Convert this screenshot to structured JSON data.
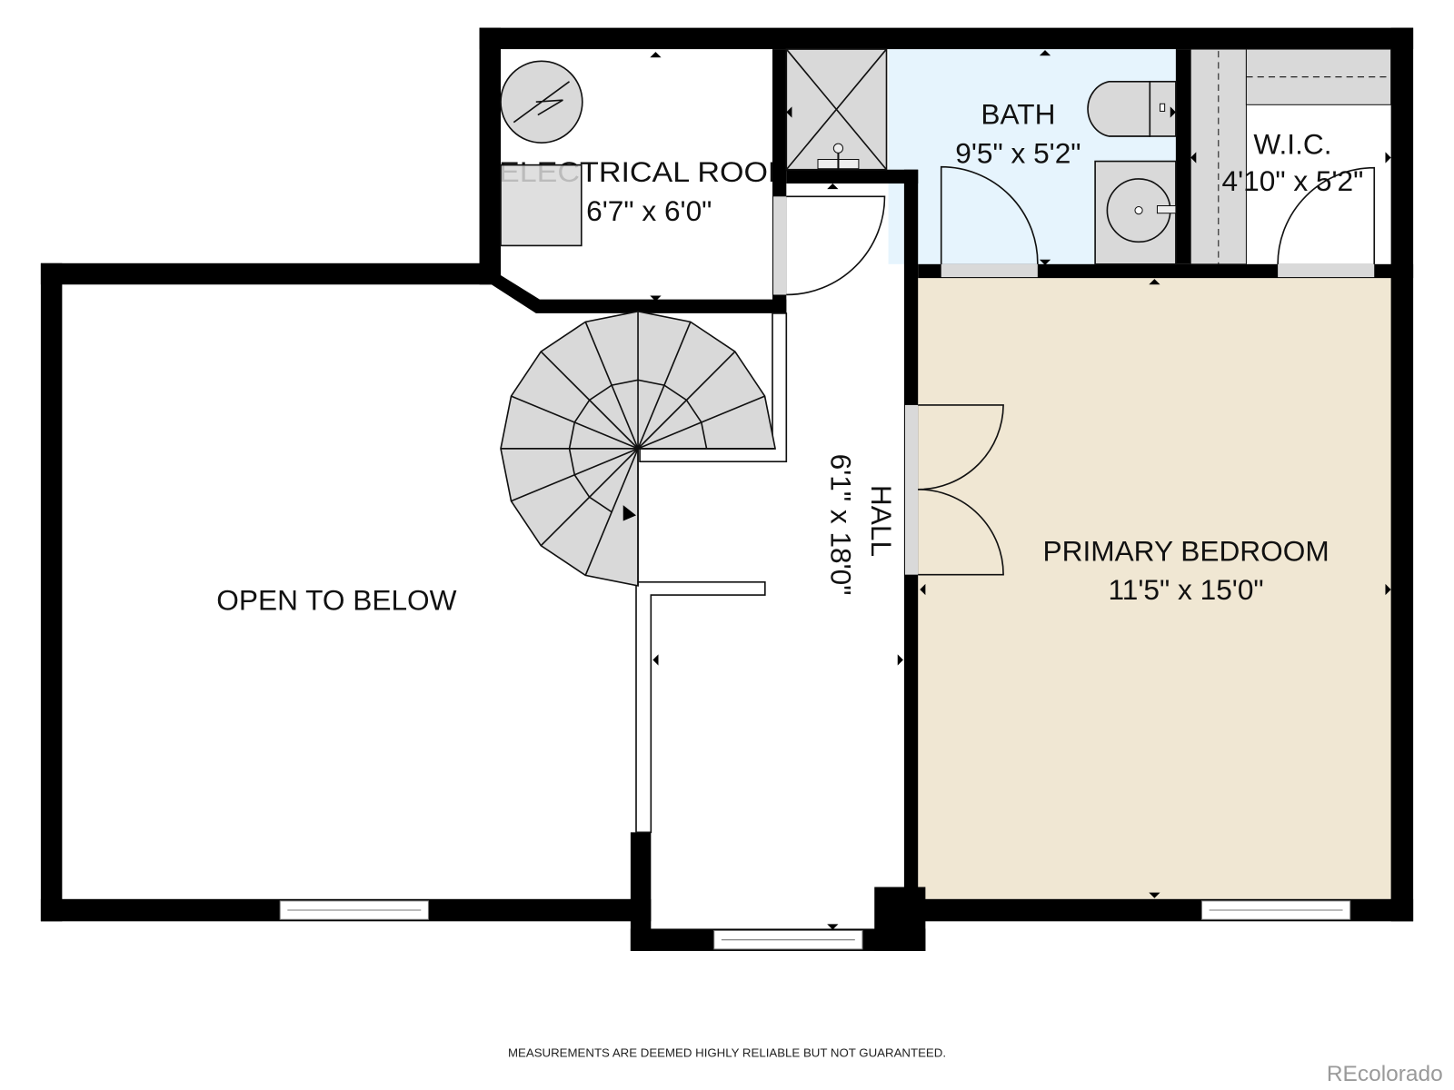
{
  "floorplan": {
    "rooms": [
      {
        "name": "ELECTRICAL ROOM",
        "display_name": "ELECTRICAL ROO",
        "dimensions": "6'7\" x 6'0\""
      },
      {
        "name": "BATH",
        "dimensions": "9'5\" x 5'2\""
      },
      {
        "name": "W.I.C.",
        "dimensions": "4'10\" x 5'2\""
      },
      {
        "name": "HALL",
        "dimensions": "6'1\" x 18'0\""
      },
      {
        "name": "PRIMARY BEDROOM",
        "dimensions": "11'5\" x 15'0\""
      },
      {
        "name": "OPEN TO BELOW",
        "dimensions": ""
      }
    ],
    "colors": {
      "bath": "#e6f4fd",
      "bedroom": "#f0e7d3",
      "fixture": "#d9d9d9",
      "wall": "#000000"
    }
  },
  "footer": {
    "disclaimer": "MEASUREMENTS ARE DEEMED HIGHLY RELIABLE BUT NOT GUARANTEED.",
    "brand": "REcolorado"
  }
}
